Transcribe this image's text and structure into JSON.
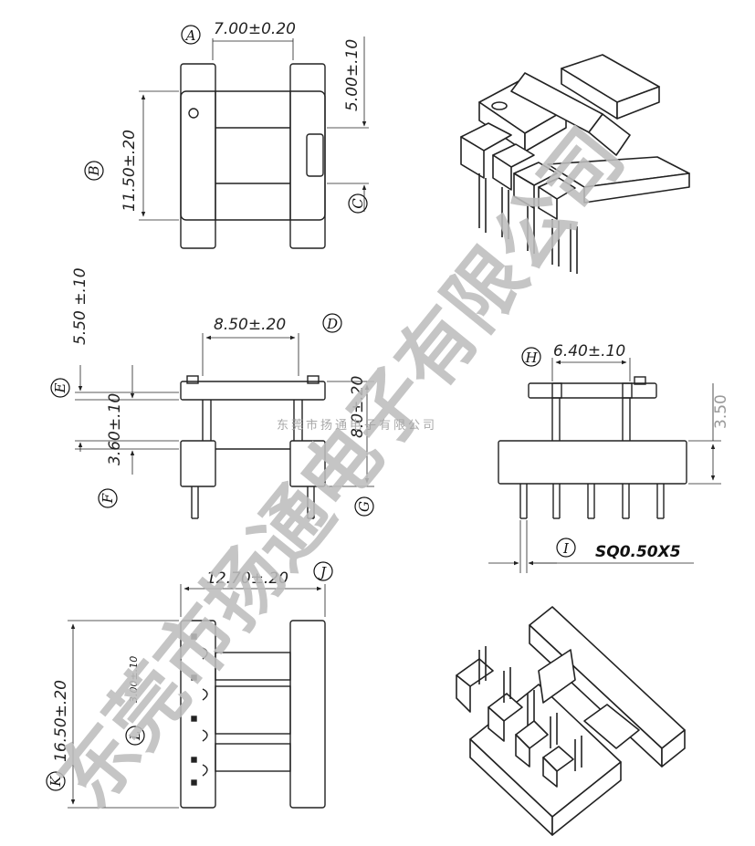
{
  "dimensions": {
    "a_width": "7.00±0.20",
    "b_height": "11.50±.20",
    "c_slot": "5.00±.10",
    "d_width": "8.50±.20",
    "e_flange": "5.50 ±.10",
    "f_gap": "3.60±.10",
    "g_height": "8.0±.20",
    "h_width": "6.40±.10",
    "h_side": "3.50",
    "pin_spec": "SQ0.50X5",
    "j_width": "12.70±.20",
    "k_height": "16.50±.20",
    "l_pitch": "3.00±.10"
  },
  "labels": {
    "a": "A",
    "b": "B",
    "c": "C",
    "d": "D",
    "e": "E",
    "f": "F",
    "g": "G",
    "h": "H",
    "i": "I",
    "j": "J",
    "k": "K",
    "l": "L"
  },
  "watermark": {
    "main": "东莞市扬通电子有限公司",
    "small": "东莞市扬通电子有限公司"
  }
}
